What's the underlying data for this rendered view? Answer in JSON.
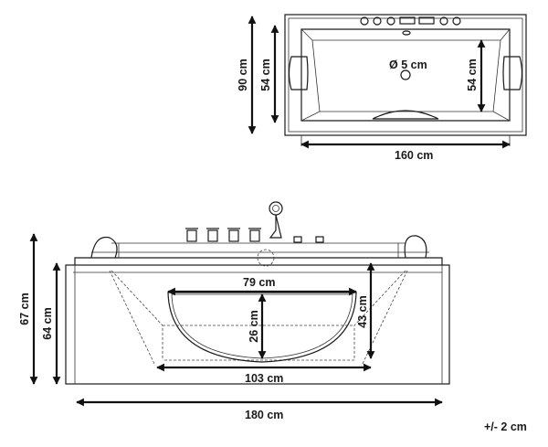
{
  "top_view": {
    "width_label": "160 cm",
    "outer_depth_label": "90 cm",
    "inner_depth_left_label": "54 cm",
    "inner_depth_right_label": "54 cm",
    "drain_label": "Ø 5 cm"
  },
  "front_view": {
    "window_top_label": "79 cm",
    "window_height_label": "26 cm",
    "window_bottom_label": "103 cm",
    "inner_height_label": "43 cm",
    "total_height_label": "67 cm",
    "body_height_label": "64 cm",
    "total_length_label": "180 cm"
  },
  "tolerance_label": "+/- 2 cm"
}
